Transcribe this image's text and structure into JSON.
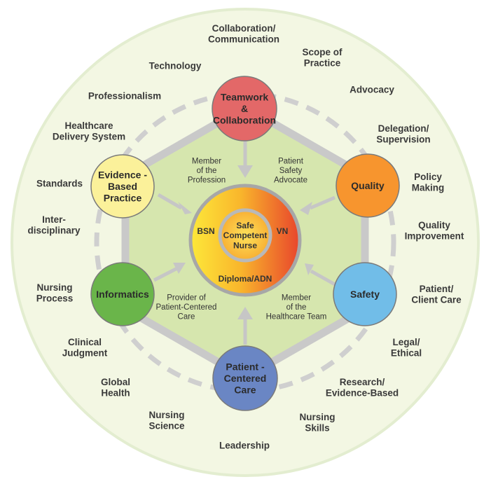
{
  "colors": {
    "outer_ring": "#f3f7e3",
    "outer_ring_stroke": "#e3edd0",
    "hexagon_fill": "#d6e6ae",
    "frame": "#c9c9c9",
    "teamwork": "#e36868",
    "quality": "#f7952e",
    "safety": "#71bde8",
    "patient_centered": "#6a86c4",
    "informatics": "#6ab54a",
    "evidence": "#fbf19a",
    "core_yellow": "#fcd62a",
    "core_orange": "#f49a2a",
    "core_red": "#e8452c"
  },
  "outer_labels": [
    "Collaboration/\nCommunication",
    "Scope of\nPractice",
    "Advocacy",
    "Delegation/\nSupervision",
    "Policy\nMaking",
    "Quality\nImprovement",
    "Patient/\nClient Care",
    "Legal/\nEthical",
    "Research/\nEvidence-Based",
    "Nursing\nSkills",
    "Leadership",
    "Nursing\nScience",
    "Global\nHealth",
    "Clinical\nJudgment",
    "Nursing\nProcess",
    "Inter-\ndisciplinary",
    "Standards",
    "Healthcare\nDelivery System",
    "Professionalism",
    "Technology"
  ],
  "nodes": {
    "teamwork": "Teamwork\n&\nCollaboration",
    "quality": "Quality",
    "safety": "Safety",
    "patient_centered": "Patient -\nCentered\nCare",
    "informatics": "Informatics",
    "evidence": "Evidence -\nBased\nPractice"
  },
  "inner_labels": {
    "member_profession": "Member\nof the\nProfession",
    "patient_safety_advocate": "Patient\nSafety\nAdvocate",
    "provider": "Provider of\nPatient-Centered\nCare",
    "member_team": "Member\nof the\nHealthcare Team"
  },
  "core": {
    "left": "BSN",
    "right": "VN",
    "bottom": "Diploma/ADN",
    "center": "Safe\nCompetent\nNurse"
  }
}
